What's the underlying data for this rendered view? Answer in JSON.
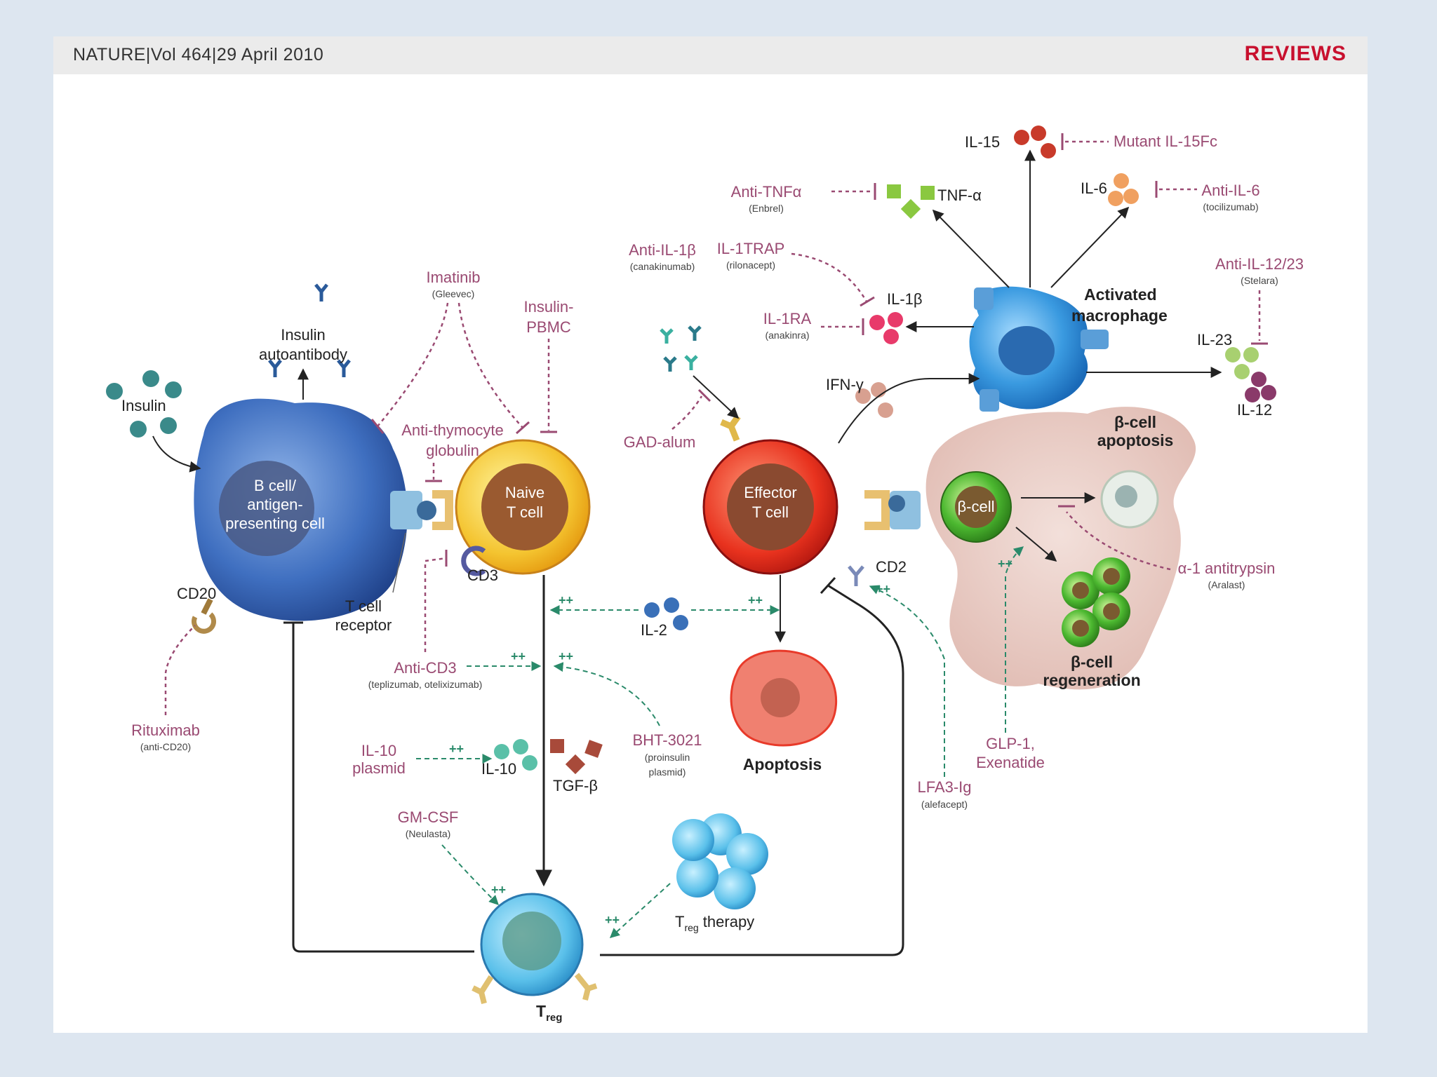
{
  "header": {
    "journal": "NATURE|Vol 464|29 April 2010",
    "section": "REVIEWS"
  },
  "colors": {
    "drug": "#9a4a72",
    "stimulate_arrow": "#2a8a6a",
    "header_accent": "#c8102e",
    "inhibit_line": "#333333"
  },
  "cells": {
    "b_cell": [
      "B cell/",
      "antigen-",
      "presenting cell"
    ],
    "naive_t": [
      "Naive",
      "T cell"
    ],
    "effector_t": [
      "Effector",
      "T cell"
    ],
    "beta_cell": "β-cell",
    "macrophage": [
      "Activated",
      "macrophage"
    ],
    "treg_base": "T",
    "treg_sub": "reg"
  },
  "labels": {
    "insulin": "Insulin",
    "insulin_autoantibody": [
      "Insulin",
      "autoantibody"
    ],
    "cd20": "CD20",
    "tcr": [
      "T cell",
      "receptor"
    ],
    "cd3": "CD3",
    "cd2": "CD2",
    "il2": "IL-2",
    "il10": "IL-10",
    "tgfb": "TGF-β",
    "apoptosis": "Apoptosis",
    "beta_apoptosis": [
      "β-cell",
      "apoptosis"
    ],
    "beta_regen": [
      "β-cell",
      "regeneration"
    ],
    "il15": "IL-15",
    "tnfa": "TNF-α",
    "il6": "IL-6",
    "il1b": "IL-1β",
    "ifng": "IFN-γ",
    "il23": "IL-23",
    "il12": "IL-12",
    "treg_therapy_base": "T",
    "treg_therapy_sub": "reg",
    "treg_therapy_rest": " therapy",
    "plus": "++"
  },
  "drugs": {
    "imatinib": {
      "name": "Imatinib",
      "brand": "(Gleevec)"
    },
    "insulin_pbmc": [
      "Insulin-",
      "PBMC"
    ],
    "atg": [
      "Anti-thymocyte",
      "globulin"
    ],
    "gad_alum": "GAD-alum",
    "anti_cd3": {
      "name": "Anti-CD3",
      "brand": "(teplizumab, otelixizumab)"
    },
    "rituximab": {
      "name": "Rituximab",
      "brand": "(anti-CD20)"
    },
    "il10_plasmid": [
      "IL-10",
      "plasmid"
    ],
    "bht3021": {
      "name": "BHT-3021",
      "brand1": "(proinsulin",
      "brand2": "plasmid)"
    },
    "gmcsf": {
      "name": "GM-CSF",
      "brand": "(Neulasta)"
    },
    "anti_tnfa": {
      "name": "Anti-TNFα",
      "brand": "(Enbrel)"
    },
    "anti_il1b": {
      "name": "Anti-IL-1β",
      "brand": "(canakinumab)"
    },
    "il1trap": {
      "name": "IL-1TRAP",
      "brand": "(rilonacept)"
    },
    "il1ra": {
      "name": "IL-1RA",
      "brand": "(anakinra)"
    },
    "mutant_il15fc": "Mutant IL-15Fc",
    "anti_il6": {
      "name": "Anti-IL-6",
      "brand": "(tocilizumab)"
    },
    "anti_il1223": {
      "name": "Anti-IL-12/23",
      "brand": "(Stelara)"
    },
    "a1_antitrypsin": {
      "name": "α-1 antitrypsin",
      "brand": "(Aralast)"
    },
    "glp1": [
      "GLP-1,",
      "Exenatide"
    ],
    "lfa3ig": {
      "name": "LFA3-Ig",
      "brand": "(alefacept)"
    }
  }
}
